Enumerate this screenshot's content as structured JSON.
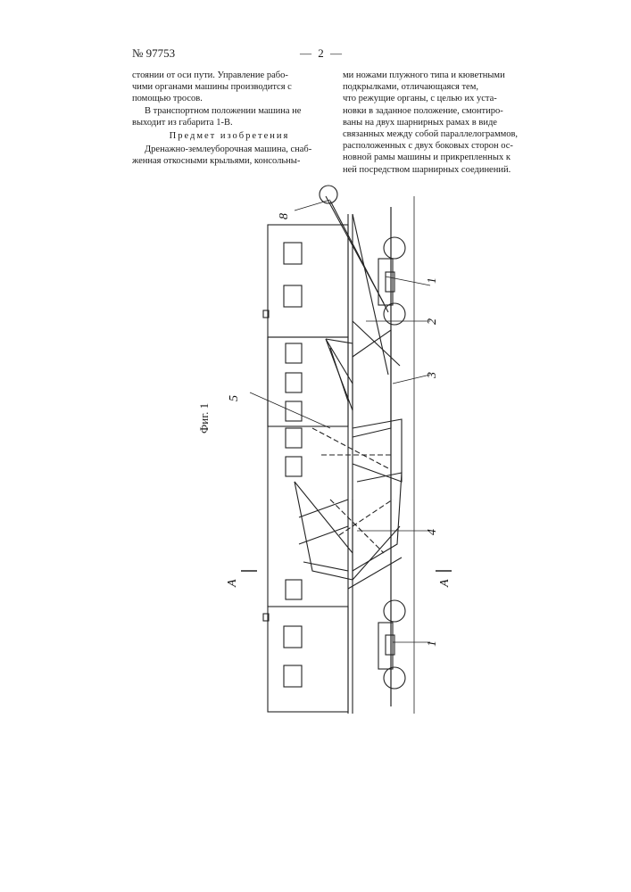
{
  "header": {
    "patent_number": "№ 97753",
    "page": "— 2 —"
  },
  "left_column": {
    "lines": [
      "стоянии от оси пути. Управление рабо-",
      "чими органами машины производится с",
      "помощью тросов.",
      "В транспортном положении машина не",
      "выходит из габарита 1-В."
    ],
    "subject_heading": "Предмет изобретения",
    "claim_lines": [
      "Дренажно-землеуборочная машина, снаб-",
      "женная откосными крыльями, консольны-"
    ]
  },
  "right_column": {
    "lines": [
      "ми ножами плужного типа и кюветными",
      "подкрылками, отличающаяся тем,",
      "что режущие органы, с целью их уста-",
      "новки в заданное положение, смонтиро-",
      "ваны на двух шарнирных рамах в виде",
      "связанных между собой параллелограммов,",
      "расположенных с двух боковых сторон ос-",
      "новной рамы машины и прикрепленных к",
      "ней посредством шарнирных соединений."
    ]
  },
  "figure": {
    "caption": "Фиг. 1",
    "labels": {
      "l1_top": "1",
      "l2": "2",
      "l3": "3",
      "l4": "4",
      "l5": "5",
      "l8": "8",
      "l1_bottom": "1"
    },
    "section": {
      "left": "A",
      "right": "A"
    }
  }
}
